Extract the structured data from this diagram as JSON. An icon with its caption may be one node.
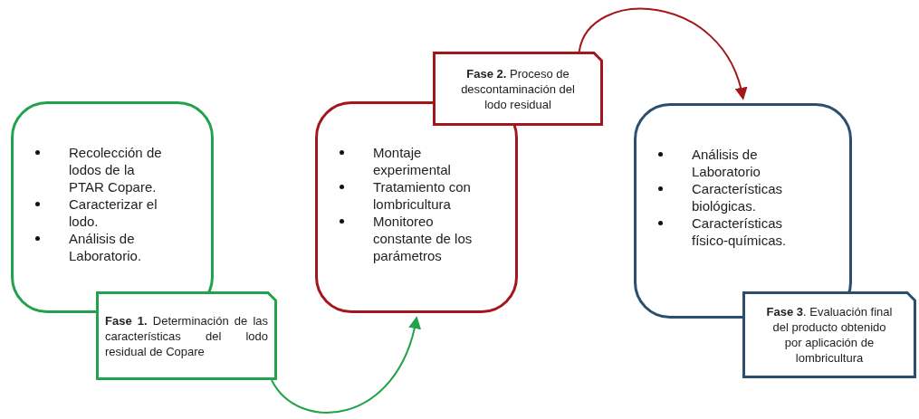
{
  "diagram": {
    "nodes": [
      {
        "text": [
          "Recolección de lodos de la PTAR Copare.",
          "Caracterizar el lodo.",
          "Análisis de Laboratorio."
        ]
      },
      {
        "text": [
          "**Fase 1.** Determinación de las características del lodo residual de Copare"
        ]
      },
      {
        "text": [
          "Montaje experimental",
          "Tratamiento con lombricultura",
          "Monitoreo constante de los parámetros"
        ]
      },
      {
        "text": [
          "**Fase 2.** Proceso de descontaminación del lodo residual"
        ]
      },
      {
        "text": [
          "Análisis de Laboratorio",
          "Características biológicas.",
          "Características físico-químicas."
        ]
      },
      {
        "text": [
          "**Fase 3**. Evaluación final del producto obtenido por aplicación de lombricultura"
        ]
      }
    ],
    "edges": [
      {
        "from": 1,
        "to": 2,
        "arrow": "to",
        "color": "#22a24c"
      },
      {
        "from": 3,
        "to": 4,
        "arrow": "to",
        "color": "#a3161c"
      }
    ]
  }
}
